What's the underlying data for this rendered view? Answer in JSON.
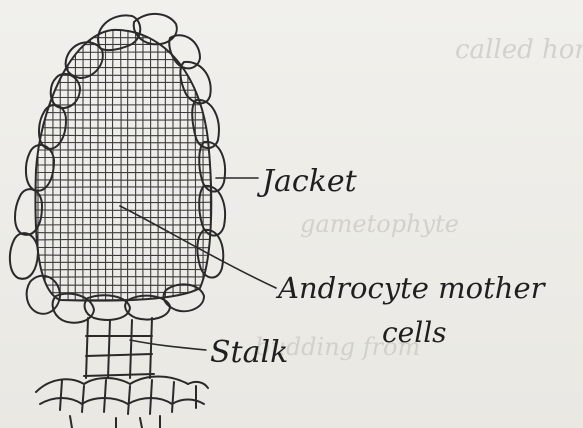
{
  "diagram": {
    "labels": {
      "jacket": "Jacket",
      "androcyte_line1": "Androcyte mother",
      "androcyte_line2": "cells",
      "stalk": "Stalk"
    },
    "background_text": {
      "line1": "called homosporous",
      "line2": "gametophyte",
      "line3": "budding from"
    },
    "colors": {
      "paper": "#efeeea",
      "ink": "#2a2a2a",
      "bleed_through": "#c9c8c3"
    }
  }
}
